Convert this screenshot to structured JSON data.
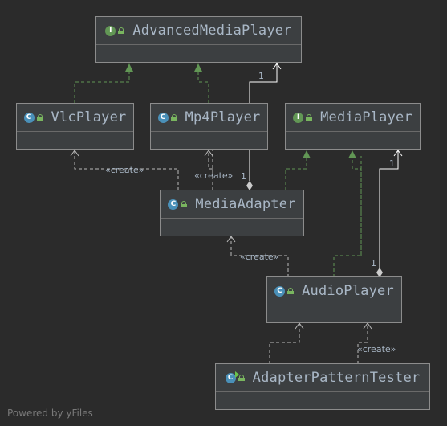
{
  "classes": {
    "advanced_media_player": {
      "name": "AdvancedMediaPlayer",
      "kind": "interface",
      "icon_letter": "I"
    },
    "vlc_player": {
      "name": "VlcPlayer",
      "kind": "class",
      "icon_letter": "C"
    },
    "mp4_player": {
      "name": "Mp4Player",
      "kind": "class",
      "icon_letter": "C"
    },
    "media_player": {
      "name": "MediaPlayer",
      "kind": "interface",
      "icon_letter": "I"
    },
    "media_adapter": {
      "name": "MediaAdapter",
      "kind": "class",
      "icon_letter": "C"
    },
    "audio_player": {
      "name": "AudioPlayer",
      "kind": "class",
      "icon_letter": "C"
    },
    "adapter_pattern_tester": {
      "name": "AdapterPatternTester",
      "kind": "runnable-class",
      "icon_letter": "C"
    }
  },
  "labels": {
    "create_vlc": "«create»",
    "create_mp4": "«create»",
    "create_adapter": "«create»",
    "create_audio": "«create»",
    "mult_adapter_advanced": "1",
    "mult_audio_media": "1",
    "mult_audio_adapter": "1"
  },
  "footer": "Powered by yFiles",
  "colors": {
    "background": "#2b2b2b",
    "box_fill": "#3c3f41",
    "box_border": "#8c8c8c",
    "text": "#a9b7c6",
    "realization_edge": "#629755",
    "dependency_edge": "#bbbbbb",
    "association_edge": "#ffffff",
    "interface_icon": "#629755",
    "class_icon": "#4a90b8"
  }
}
